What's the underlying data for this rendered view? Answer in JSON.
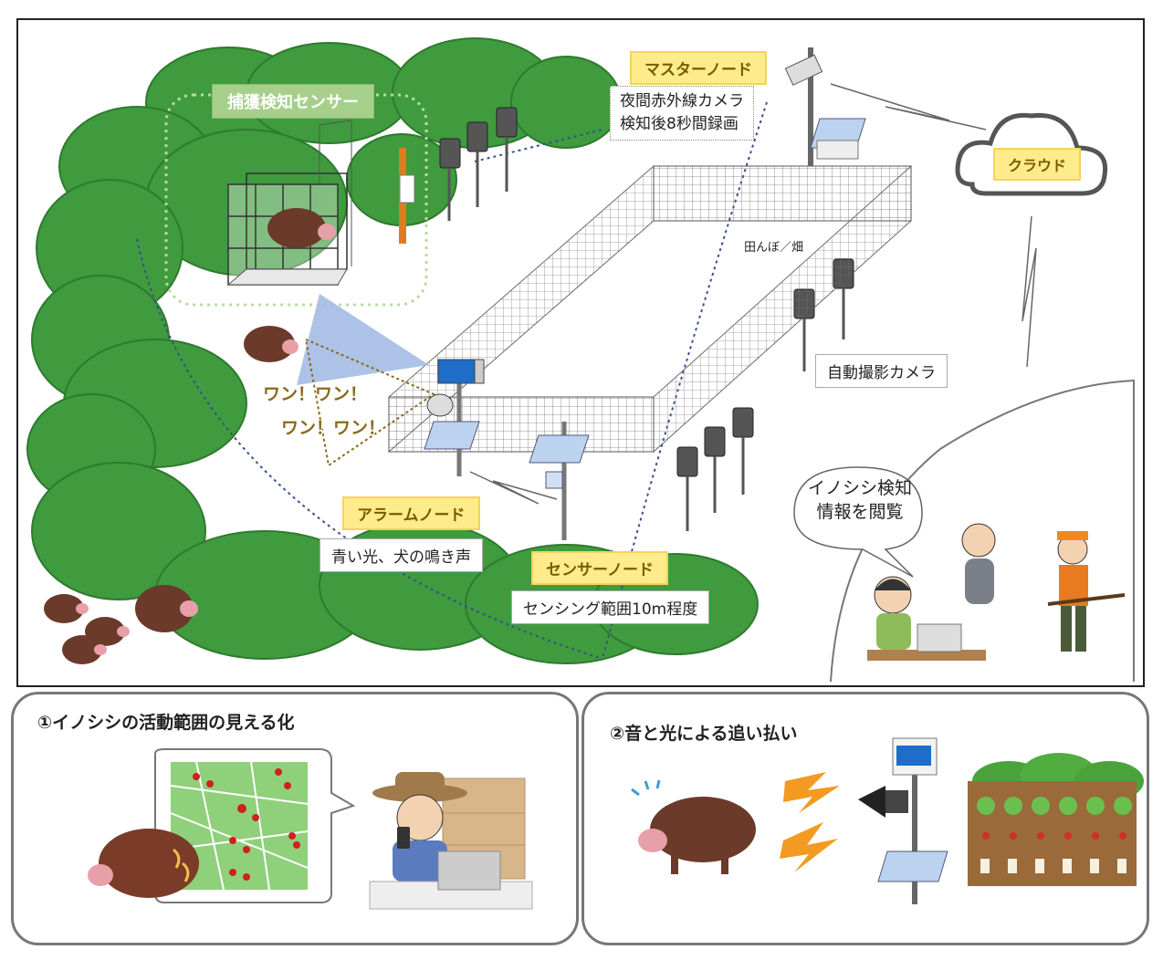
{
  "labels": {
    "capture_sensor": "捕獲検知センサー",
    "master_node": "マスターノード",
    "master_desc_1": "夜間赤外線カメラ",
    "master_desc_2": "検知後8秒間録画",
    "cloud": "クラウド",
    "field": "田んぼ／畑",
    "auto_camera": "自動撮影カメラ",
    "bark_1": "ワン！ワン！",
    "bark_2": "ワン！ワン！",
    "alarm_node": "アラームノード",
    "alarm_desc": "青い光、犬の鳴き声",
    "sensor_node": "センサーノード",
    "sensor_desc": "センシング範囲10m程度",
    "bubble_1": "イノシシ検知",
    "bubble_2": "情報を閲覧"
  },
  "panels": {
    "left_title": "①イノシシの活動範囲の見える化",
    "right_title": "②音と光による追い払い"
  },
  "colors": {
    "tree": "#3d9a3c",
    "tree_dark": "#2e7d2e",
    "label_yellow": "#fdeb8c",
    "label_green": "#a6cf8c",
    "boar": "#6b3a2a",
    "light_beam": "#9fb7e3"
  },
  "icons": [
    "cage-icon",
    "boar-icon",
    "camera-icon",
    "solar-panel-icon",
    "cloud-icon",
    "fence-icon",
    "speaker-icon",
    "person-icon",
    "map-icon",
    "farm-icon"
  ]
}
